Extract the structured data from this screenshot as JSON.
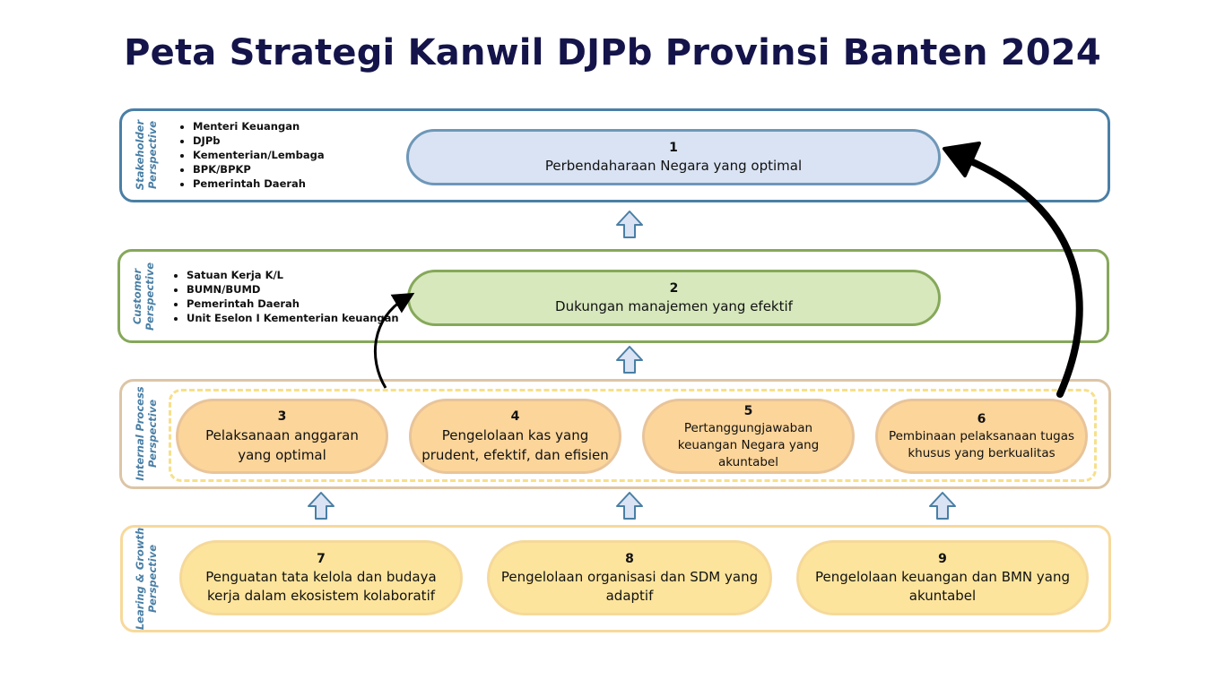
{
  "title": "Peta Strategi Kanwil DJPb Provinsi Banten 2024",
  "colors": {
    "title": "#14144a",
    "stakeholder_border": "#4a7fa5",
    "customer_border": "#86a85a",
    "internal_border": "#dcc5a6",
    "learning_border": "#f7d99b",
    "node1_fill": "#dae3f3",
    "node2_fill": "#d7e8bd",
    "internal_fill": "#fcd59a",
    "learning_fill": "#fde49c"
  },
  "perspectives": {
    "stakeholder": {
      "label_line1": "Stakeholder",
      "label_line2": "Perspective",
      "bullets": [
        "Menteri Keuangan",
        "DJPb",
        "Kementerian/Lembaga",
        "BPK/BPKP",
        "Pemerintah Daerah"
      ]
    },
    "customer": {
      "label_line1": "Customer",
      "label_line2": "Perspective",
      "bullets": [
        "Satuan Kerja K/L",
        "BUMN/BUMD",
        "Pemerintah Daerah",
        "Unit Eselon I Kementerian keuangan"
      ]
    },
    "internal": {
      "label_line1": "Internal Process",
      "label_line2": "Perspective"
    },
    "learning": {
      "label_line1": "Learing & Growth",
      "label_line2": "Perspective"
    }
  },
  "objectives": {
    "o1": {
      "num": "1",
      "label": "Perbendaharaan Negara yang optimal"
    },
    "o2": {
      "num": "2",
      "label": "Dukungan manajemen yang efektif"
    },
    "o3": {
      "num": "3",
      "label": "Pelaksanaan anggaran yang optimal"
    },
    "o4": {
      "num": "4",
      "label": "Pengelolaan kas yang prudent, efektif, dan efisien"
    },
    "o5": {
      "num": "5",
      "label": "Pertanggungjawaban keuangan Negara yang akuntabel"
    },
    "o6": {
      "num": "6",
      "label": "Pembinaan pelaksanaan tugas khusus yang berkualitas"
    },
    "o7": {
      "num": "7",
      "label": "Penguatan tata kelola dan budaya kerja dalam ekosistem kolaboratif"
    },
    "o8": {
      "num": "8",
      "label": "Pengelolaan organisasi dan SDM yang adaptif"
    },
    "o9": {
      "num": "9",
      "label": "Pengelolaan keuangan dan BMN yang akuntabel"
    }
  }
}
